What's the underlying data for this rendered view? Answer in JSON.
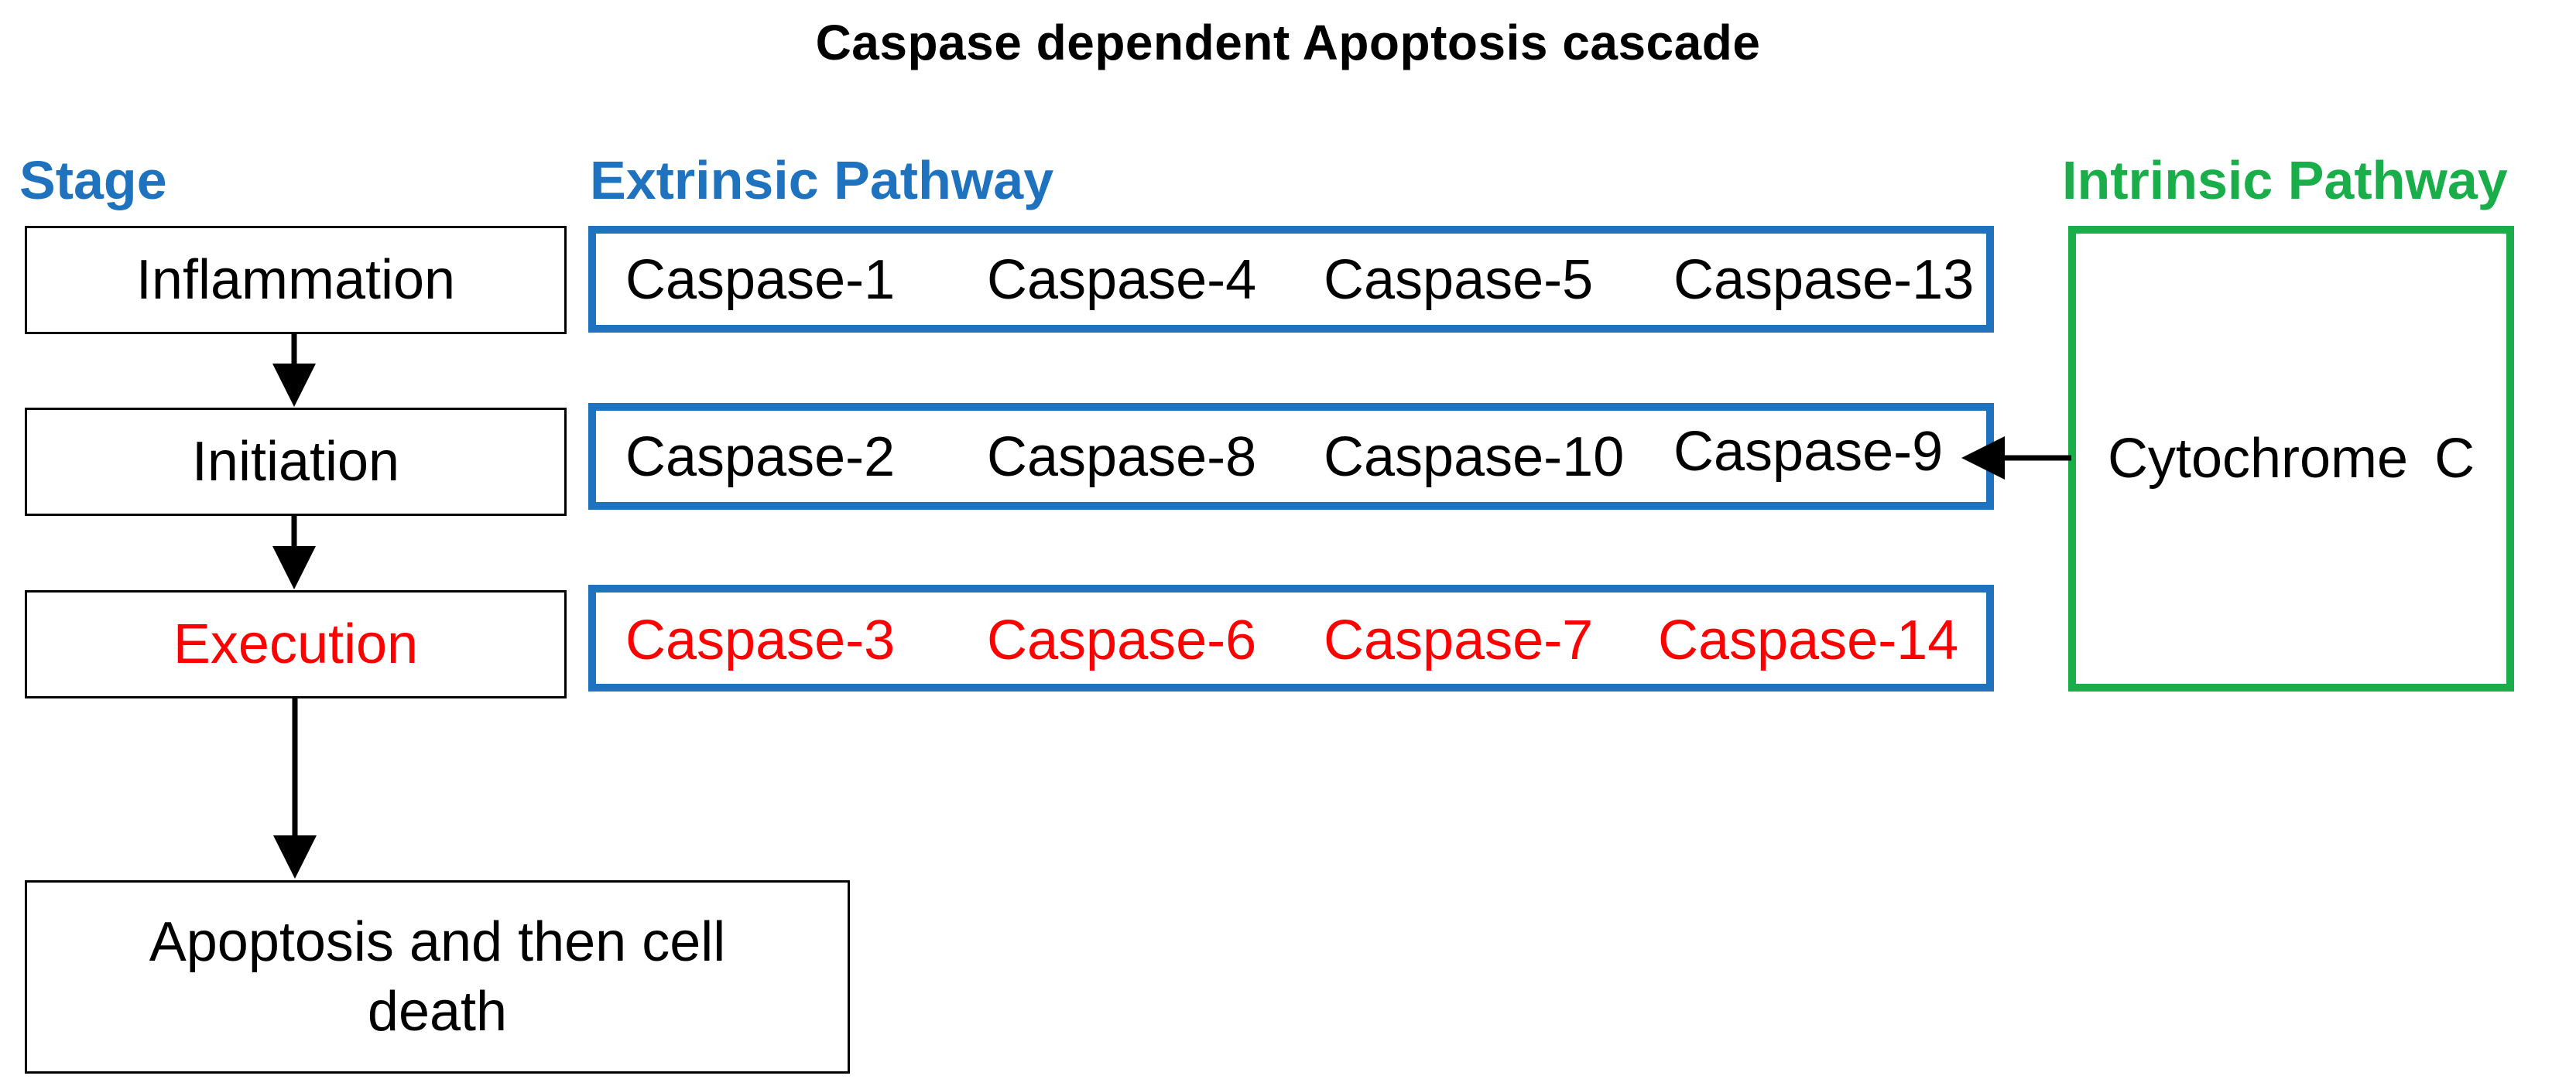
{
  "title": "Caspase dependent Apoptosis cascade",
  "headings": {
    "stage": "Stage",
    "extrinsic": "Extrinsic Pathway",
    "intrinsic": "Intrinsic Pathway"
  },
  "stages": [
    {
      "label": "Inflammation",
      "color": "#000000"
    },
    {
      "label": "Initiation",
      "color": "#000000"
    },
    {
      "label": "Execution",
      "color": "#FF0000"
    },
    {
      "label": "Apoptosis and then cell death",
      "color": "#000000"
    }
  ],
  "extrinsic_rows": [
    [
      "Caspase-1",
      "Caspase-4",
      "Caspase-5",
      "Caspase-13"
    ],
    [
      "Caspase-2",
      "Caspase-8",
      "Caspase-10",
      "Caspase-9"
    ],
    [
      "Caspase-3",
      "Caspase-6",
      "Caspase-7",
      "Caspase-14"
    ]
  ],
  "intrinsic": {
    "label": "Cytochrome C"
  },
  "colors": {
    "stage_heading": "#1F72BE",
    "extrinsic": "#1F72BE",
    "intrinsic": "#1AAE4A",
    "execution": "#FF0000",
    "text": "#000000"
  }
}
